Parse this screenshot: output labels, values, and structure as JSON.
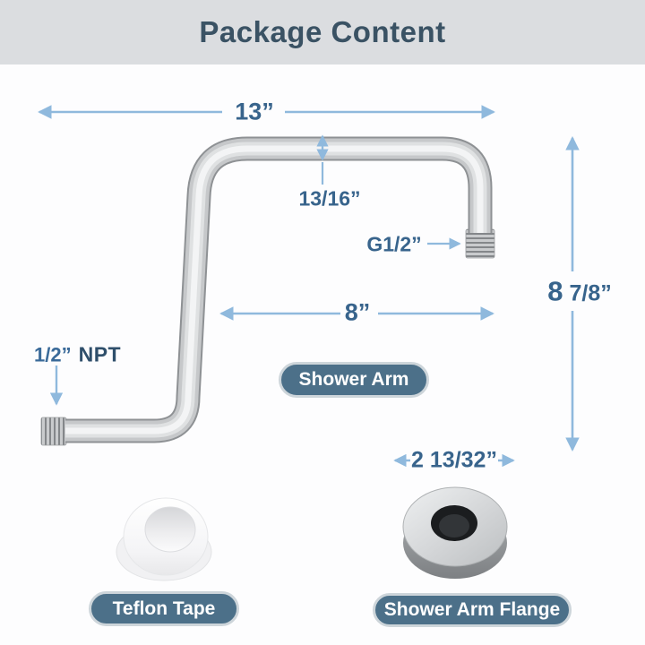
{
  "header": {
    "title": "Package Content"
  },
  "dimensions": {
    "top_width": "13”",
    "pipe_diameter": "13/16”",
    "outlet_thread": "G1/2”",
    "overall_height": "8 7/8”",
    "lower_length": "8”",
    "inlet_thread_size": "1/2”",
    "inlet_thread_type": "NPT",
    "flange_diameter": "2 13/32”"
  },
  "items": {
    "shower_arm": "Shower Arm",
    "teflon_tape": "Teflon Tape",
    "flange": "Shower Arm Flange"
  },
  "colors": {
    "header_bg": "#DBDDE0",
    "title_text": "#3A5264",
    "dimension_text": "#38648C",
    "arrow": "#8FB9DD",
    "badge_bg": "#4C7089",
    "badge_border": "#CDD5DA",
    "badge_text": "#FFFFFF"
  }
}
